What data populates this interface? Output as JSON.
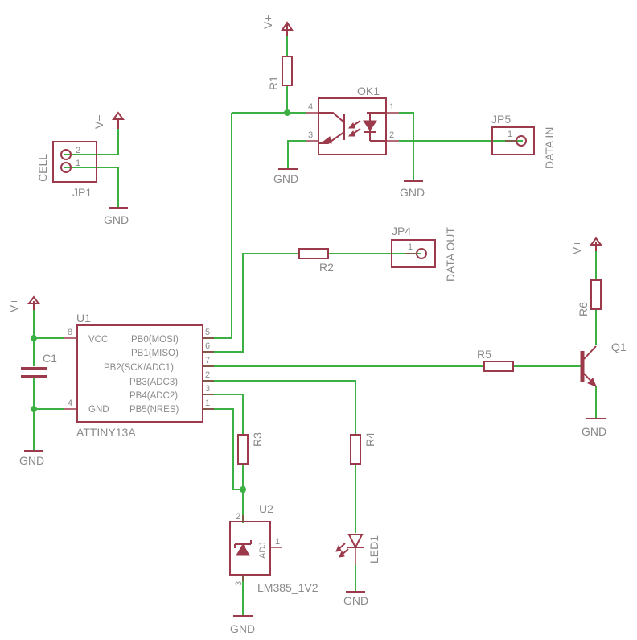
{
  "labels": {
    "vplus": "V+",
    "gnd": "GND",
    "r1": "R1",
    "r2": "R2",
    "r3": "R3",
    "r4": "R4",
    "r5": "R5",
    "r6": "R6",
    "ok1": "OK1",
    "jp1": "JP1",
    "jp4": "JP4",
    "jp5": "JP5",
    "cell": "CELL",
    "data_in": "DATA IN",
    "data_out": "DATA OUT",
    "u1": "U1",
    "u1_part": "ATTINY13A",
    "c1": "C1",
    "q1": "Q1",
    "u2": "U2",
    "u2_part": "LM385_1V2",
    "adj": "ADJ",
    "led1": "LED1"
  },
  "u1_pins": {
    "vcc": "VCC",
    "gnd": "GND",
    "pb0": "PB0(MOSI)",
    "pb1": "PB1(MISO)",
    "pb2": "PB2(SCK/ADC1)",
    "pb3": "PB3(ADC3)",
    "pb4": "PB4(ADC2)",
    "pb5": "PB5(NRES)"
  },
  "pin_numbers": {
    "n1": "1",
    "n2": "2",
    "n3": "3",
    "n4": "4",
    "n5": "5",
    "n6": "6",
    "n7": "7",
    "n8": "8"
  }
}
